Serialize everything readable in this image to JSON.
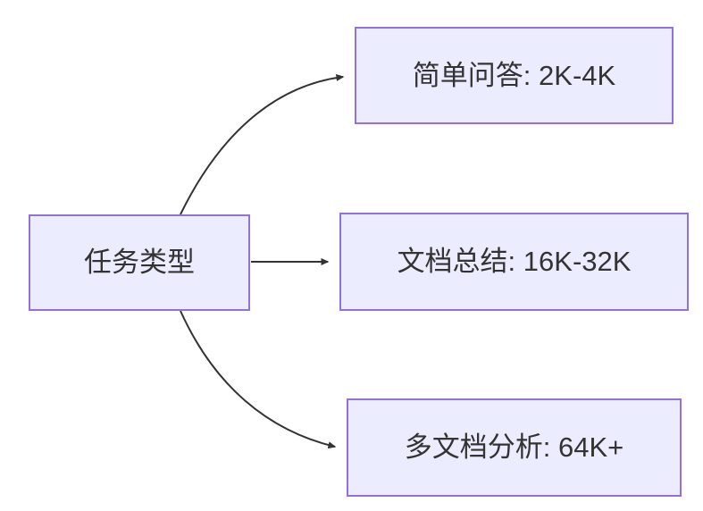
{
  "diagram": {
    "root": {
      "label": "任务类型"
    },
    "children": [
      {
        "label": "简单问答: 2K-4K"
      },
      {
        "label": "文档总结: 16K-32K"
      },
      {
        "label": "多文档分析: 64K+"
      }
    ],
    "colors": {
      "node_fill": "#ECECFF",
      "node_border": "#9370DB",
      "edge": "#333333",
      "text": "#333333",
      "background": "#FFFFFF"
    }
  }
}
